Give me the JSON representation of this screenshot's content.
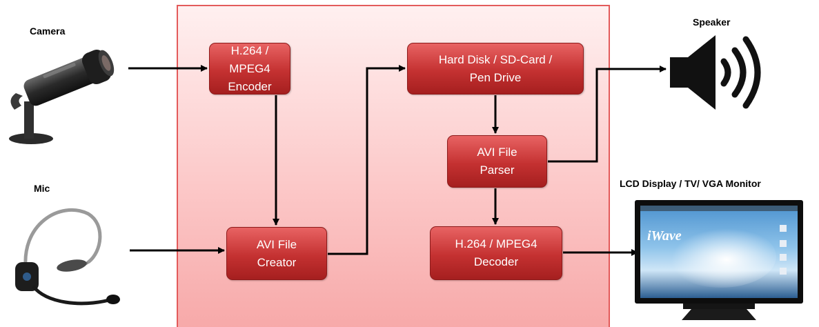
{
  "labels": {
    "camera": "Camera",
    "mic": "Mic",
    "speaker": "Speaker",
    "display": "LCD Display / TV/ VGA Monitor"
  },
  "blocks": {
    "encoder": {
      "line1": "H.264 / MPEG4",
      "line2": "Encoder"
    },
    "storage": {
      "line1": "Hard Disk / SD-Card  /",
      "line2": "Pen Drive"
    },
    "parser": {
      "line1": "AVI File",
      "line2": "Parser"
    },
    "creator": {
      "line1": "AVI File",
      "line2": "Creator"
    },
    "decoder": {
      "line1": "H.264 / MPEG4",
      "line2": "Decoder"
    }
  },
  "screen": {
    "brand": "iWave"
  },
  "colors": {
    "block": "#c43131",
    "panel": "#fcc9c9",
    "panel_border": "#e35a5a",
    "arrow": "#000000"
  }
}
